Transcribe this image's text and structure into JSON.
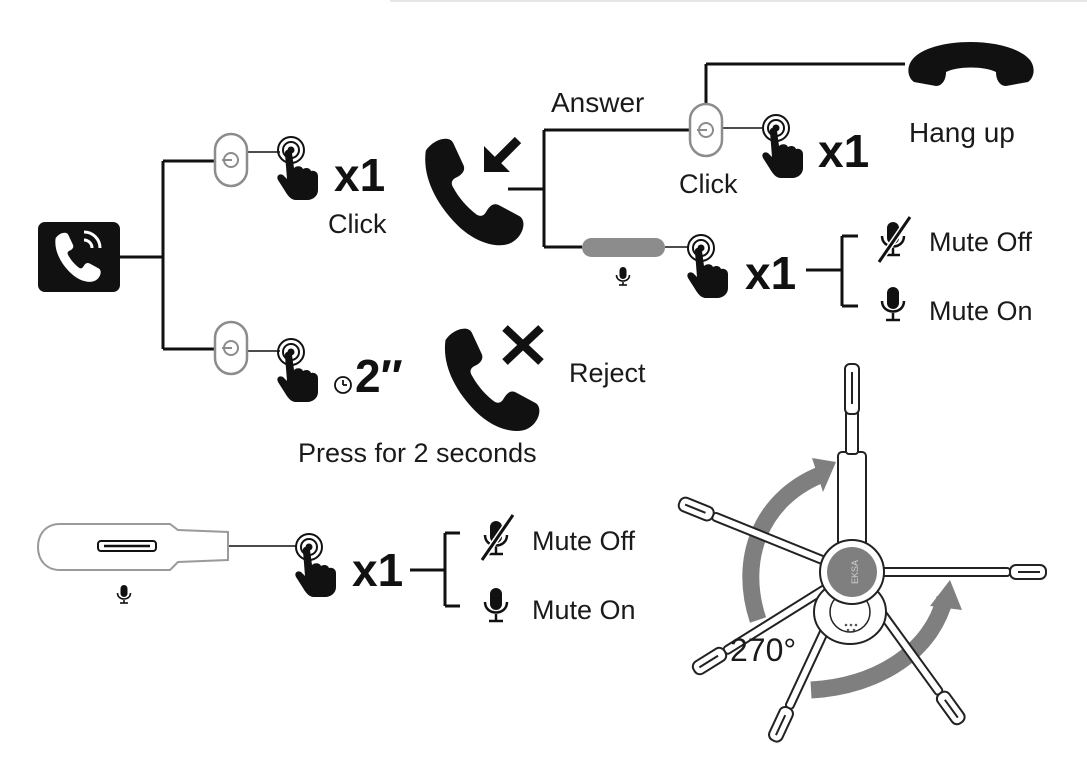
{
  "labels": {
    "answer": "Answer",
    "hang_up": "Hang up",
    "click_1": "Click",
    "click_2": "Click",
    "times_1": "x1",
    "times_2": "x1",
    "times_3": "x1",
    "times_4": "x1",
    "seconds": "2″",
    "reject": "Reject",
    "press_for_2_seconds": "Press for 2 seconds",
    "mute_off_1": "Mute Off",
    "mute_on_1": "Mute On",
    "mute_off_2": "Mute Off",
    "mute_on_2": "Mute On",
    "rotation": "270°"
  },
  "colors": {
    "ink": "#111111",
    "button_gray": "#8c8c8c",
    "arrow_gray": "#7f7f7f",
    "outline_gray": "#9a9a9a"
  },
  "icons": {
    "incoming_call": "incoming-call-icon",
    "answer_phone": "answer-phone-icon",
    "reject_phone": "reject-phone-icon",
    "hang_up_handset": "handset-icon",
    "press_finger": "finger-press-icon",
    "microphone": "microphone-icon",
    "microphone_muted": "microphone-muted-icon",
    "timer": "timer-icon"
  }
}
